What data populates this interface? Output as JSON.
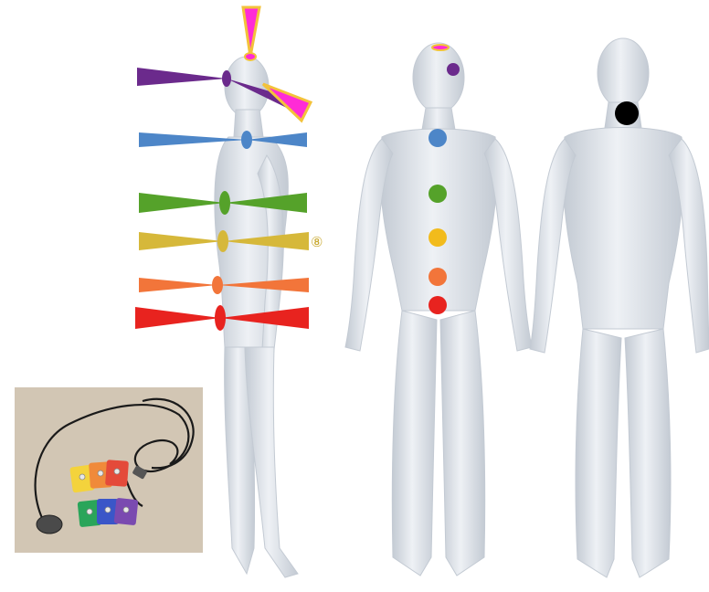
{
  "figure": {
    "views": [
      "side-view",
      "front-view",
      "back-view"
    ],
    "skin_color": "#dfe4ea",
    "skin_shade": "#c3cad3"
  },
  "side_chakras": [
    {
      "name": "crown",
      "color": "#ff2bd6",
      "outline": "#f3c23a",
      "direction": "up"
    },
    {
      "name": "third-eye",
      "color": "#6b2a8c",
      "secondary_color": "#ff2bd6",
      "outline": "#f3c23a"
    },
    {
      "name": "throat",
      "color": "#4d86c8"
    },
    {
      "name": "heart",
      "color": "#55a22a"
    },
    {
      "name": "solar-plexus",
      "color": "#d6b83a"
    },
    {
      "name": "sacral",
      "color": "#f2753a"
    },
    {
      "name": "root",
      "color": "#e8231f"
    }
  ],
  "side_marker_label": "⑧",
  "front_points": [
    {
      "name": "crown",
      "color": "#ff2bd6",
      "outline": "#f3c23a"
    },
    {
      "name": "third-eye",
      "color": "#6b2a8c"
    },
    {
      "name": "throat",
      "color": "#4d86c8"
    },
    {
      "name": "heart",
      "color": "#55a22a"
    },
    {
      "name": "solar-plexus",
      "color": "#f2bb1c"
    },
    {
      "name": "sacral",
      "color": "#f2753a"
    },
    {
      "name": "root",
      "color": "#e8231f"
    }
  ],
  "back_points": [
    {
      "name": "neck",
      "color": "#000000"
    }
  ],
  "photo_inset": {
    "background": "#d2c6b4",
    "pads": [
      "#f4d33c",
      "#f08a3a",
      "#e44a3a",
      "#2aa55a",
      "#3a56c8",
      "#7a4ab0"
    ],
    "cable_color": "#1a1a1a"
  }
}
